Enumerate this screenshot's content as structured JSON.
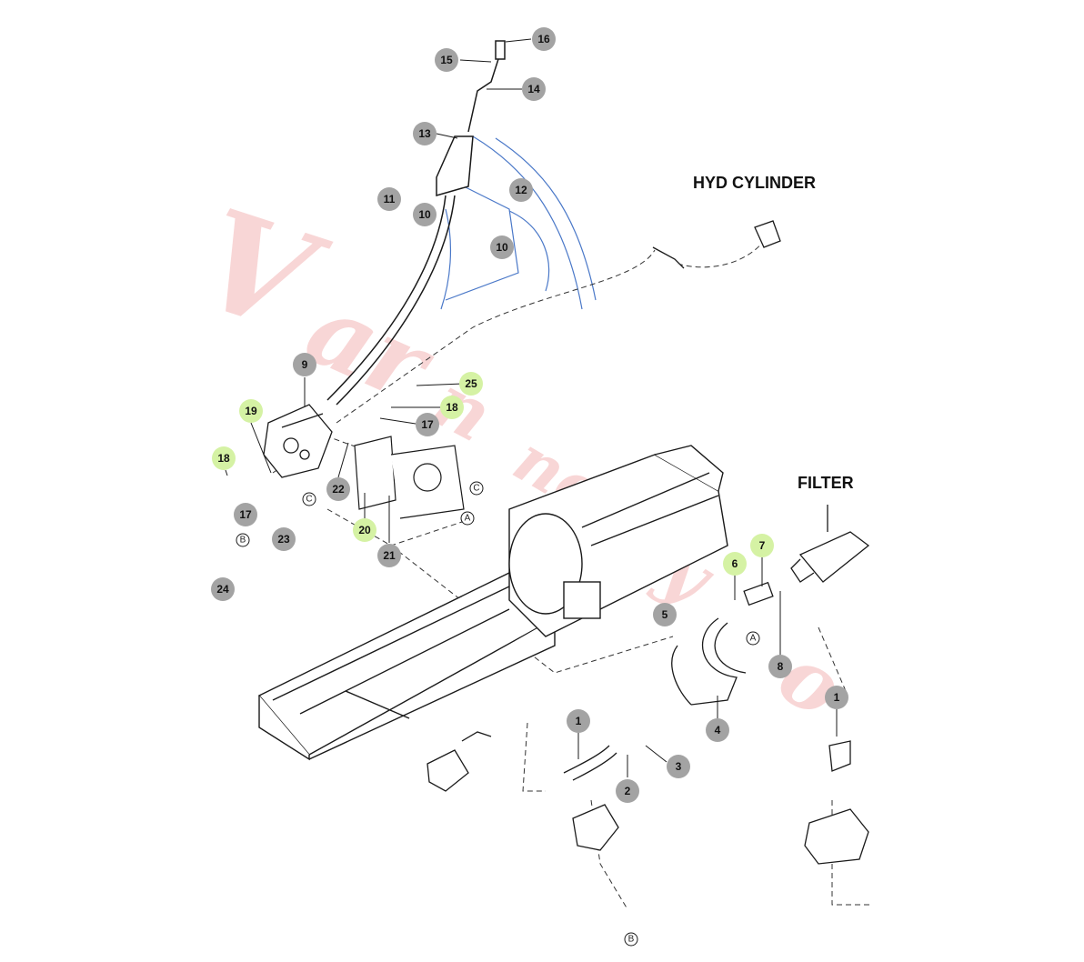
{
  "titles": {
    "hyd_cylinder": "HYD CYLINDER",
    "filter": "FILTER"
  },
  "callouts": {
    "c1a": "1",
    "c1b": "1",
    "c2": "2",
    "c3": "3",
    "c4": "4",
    "c5": "5",
    "c6": "6",
    "c7": "7",
    "c8": "8",
    "c9": "9",
    "c10a": "10",
    "c10b": "10",
    "c11": "11",
    "c12": "12",
    "c13": "13",
    "c14": "14",
    "c15": "15",
    "c16": "16",
    "c17a": "17",
    "c17b": "17",
    "c18a": "18",
    "c18b": "18",
    "c19": "19",
    "c20": "20",
    "c21": "21",
    "c22": "22",
    "c23": "23",
    "c24": "24",
    "c25": "25"
  },
  "connectors": {
    "a1": "A",
    "a2": "A",
    "b1": "B",
    "b2": "B",
    "c1": "C",
    "c2": "C"
  },
  "colors": {
    "callout_gray": "#a3a3a3",
    "callout_highlight": "#d5f2a4",
    "line": "#1a1a1a",
    "cab_outline": "#4a78c8",
    "watermark": "#f4b6b6"
  }
}
